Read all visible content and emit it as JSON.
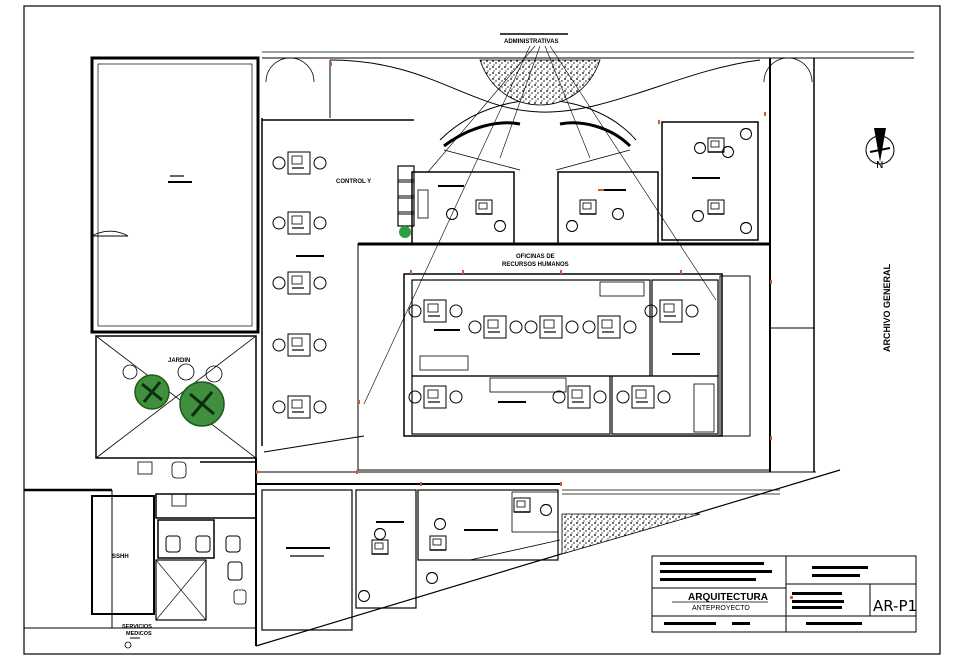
{
  "labels": {
    "administrativas": "ADMINISTRATIVAS",
    "control": "CONTROL Y",
    "jardin": "JARDIN",
    "oficinas_line1": "OFICINAS   DE",
    "oficinas_line2": "RECURSOS HUMANOS",
    "archivo_general": "ARCHIVO GENERAL",
    "servicios_line1": "SERVICIOS",
    "servicios_line2": "MEDICOS",
    "sanitarios": "SSHH"
  },
  "title_block": {
    "title": "ARQUITECTURA",
    "subtitle": "ANTEPROYECTO",
    "sheet_code": "AR-P1"
  },
  "colors": {
    "line": "#000000",
    "wall": "#000000",
    "tree": "#3f8f3f",
    "accent_red": "#d2563a",
    "accent_green": "#2e9e3e",
    "background": "#ffffff"
  },
  "icons": {
    "north_arrow": "north-arrow-icon",
    "plants": "plant-icon"
  }
}
